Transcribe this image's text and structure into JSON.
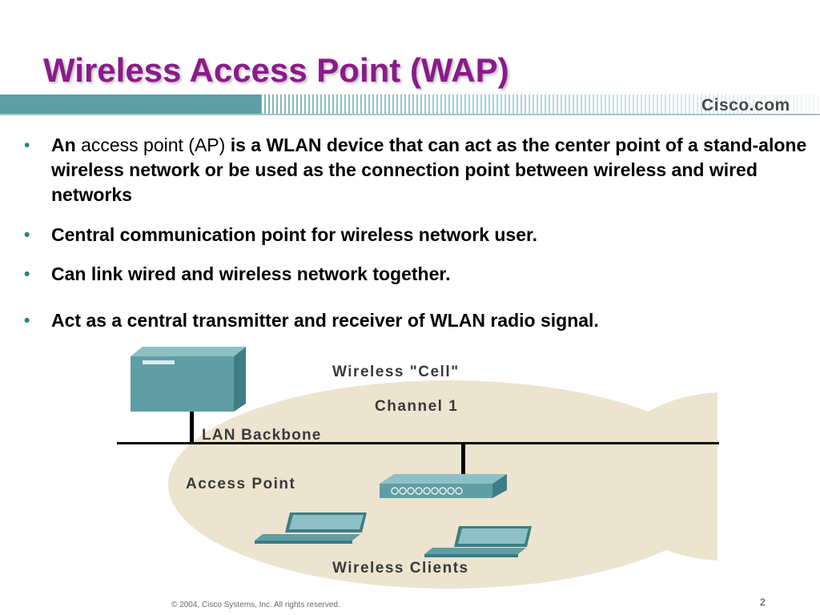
{
  "slide": {
    "title": "Wireless Access Point (WAP)",
    "brand": "Cisco.com",
    "footer": "© 2004, Cisco Systems, Inc. All rights reserved.",
    "page_number": "2"
  },
  "bullets": [
    {
      "b1": "An ",
      "n1": "access point (AP) ",
      "b2": "is a WLAN device that can act as the center point of a stand-alone wireless network or be used as the connection point between wireless and wired networks"
    },
    {
      "text": "Central communication point for wireless network user."
    },
    {
      "text": "Can link wired and wireless network together."
    },
    {
      "text": "Act as a central transmitter and receiver of WLAN radio signal."
    }
  ],
  "diagram": {
    "cell_label": "Wireless \"Cell\"",
    "channel_label": "Channel 1",
    "backbone_label": "LAN Backbone",
    "access_point_label": "Access Point",
    "clients_label": "Wireless Clients"
  },
  "colors": {
    "title": "#8b1a8b",
    "band_teal": "#5c9fa4",
    "bullet": "#2e7f88",
    "cell_fill": "#ece4cf"
  }
}
